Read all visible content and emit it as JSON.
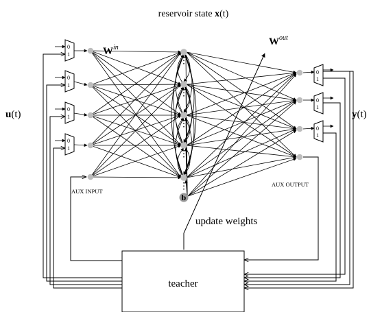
{
  "title": {
    "prefix": "reservoir state ",
    "bold": "x",
    "suffix": "(t)"
  },
  "w_in": {
    "base": "W",
    "sup": "in"
  },
  "w_out": {
    "base": "W",
    "sup": "out"
  },
  "input_label": {
    "bold": "u",
    "suffix": "(t)"
  },
  "output_label": {
    "bold": "y",
    "suffix": "(t)"
  },
  "aux_input": "AUX INPUT",
  "aux_output": "AUX OUTPUT",
  "bias": "b",
  "update": "update weights",
  "teacher": "teacher",
  "mux_zero": "0",
  "mux_one": "1"
}
